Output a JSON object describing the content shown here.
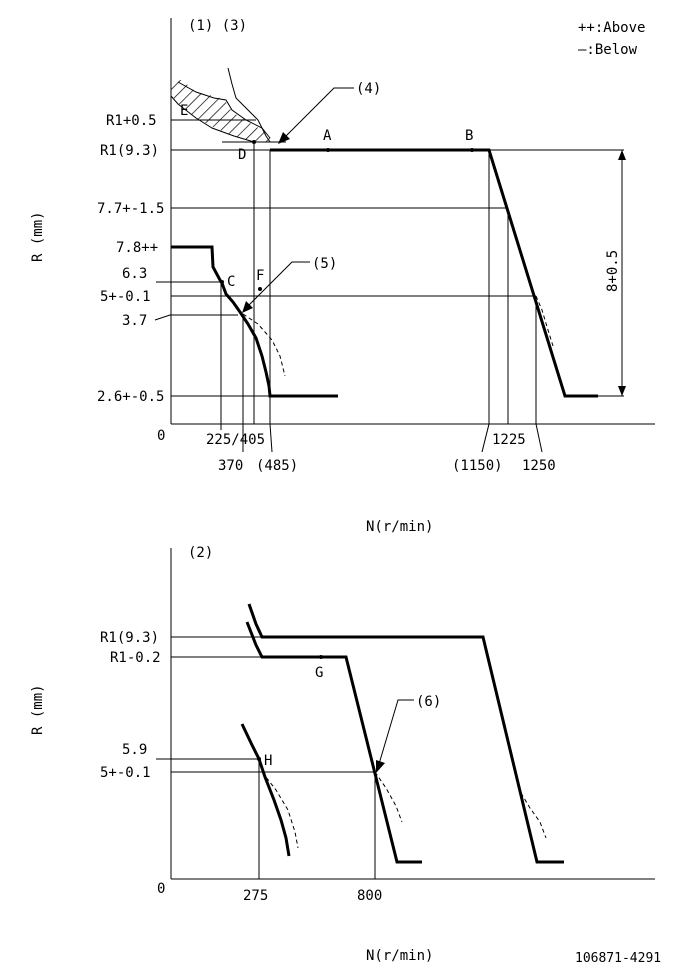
{
  "legend": {
    "above": "++:Above",
    "below": "—:Below"
  },
  "top_chart": {
    "panel_label": "(1) (3)",
    "y_title": "R (mm)",
    "x_title": "N(r/min)",
    "origin": "0",
    "y_labels": {
      "r1_plus": "R1+0.5",
      "r1": "R1(9.3)",
      "y77": "7.7+-1.5",
      "y78": "7.8++",
      "y63": "6.3",
      "y5": "5+-0.1",
      "y37": "3.7",
      "y26": "2.6+-0.5"
    },
    "x_labels": {
      "x225_405": "225/405",
      "x370": "370",
      "x485": "(485)",
      "x1150": "(1150)",
      "x1225": "1225",
      "x1250": "1250"
    },
    "points": {
      "a": "A",
      "b": "B",
      "c": "C",
      "d": "D",
      "e": "E",
      "f": "F"
    },
    "callouts": {
      "c4": "(4)",
      "c5": "(5)"
    },
    "dimension": "8+0.5"
  },
  "bottom_chart": {
    "panel_label": "(2)",
    "y_title": "R (mm)",
    "x_title": "N(r/min)",
    "origin": "0",
    "y_labels": {
      "r1": "R1(9.3)",
      "r1_minus": "R1-0.2",
      "y59": "5.9",
      "y5": "5+-0.1"
    },
    "x_labels": {
      "x275": "275",
      "x800": "800"
    },
    "points": {
      "g": "G",
      "h": "H"
    },
    "callouts": {
      "c6": "(6)"
    }
  },
  "drawing_number": "106871-4291"
}
